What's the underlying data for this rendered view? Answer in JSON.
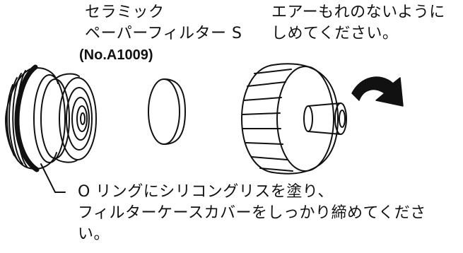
{
  "labels": {
    "filter_name_line1": "セラミック",
    "filter_name_line2": "ペーパーフィルター S",
    "filter_code": "(No.A1009)",
    "seal_note_line1": "エアーもれのないように",
    "seal_note_line2": "しめてください。",
    "grease_note_line1": "O リングにシリコングリスを塗り、",
    "grease_note_line2": "フィルターケースカバーをしっかり締めてくださ",
    "grease_note_line3": "い。"
  },
  "parts": {
    "base": "filter-base-with-o-ring",
    "filter": "ceramic-paper-filter",
    "cover": "filter-case-cover",
    "arrow": "tighten-clockwise-arrow-icon"
  },
  "colors": {
    "line": "#111111",
    "background": "#ffffff"
  }
}
